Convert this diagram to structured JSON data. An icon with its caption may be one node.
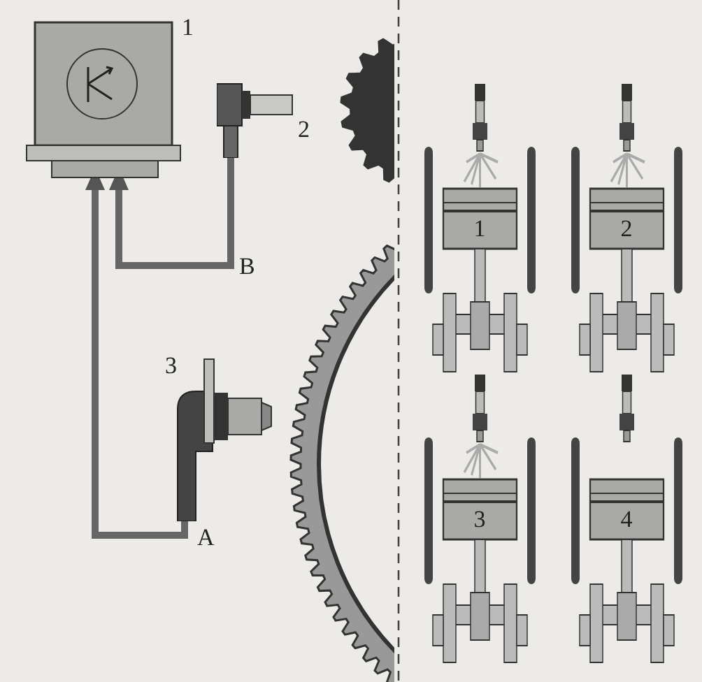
{
  "diagram": {
    "nodes": [
      {
        "text": [],
        "shape": "box",
        "beside": [
          "1"
        ]
      },
      {
        "text": [],
        "shape": "picture",
        "beside": [
          "2"
        ]
      },
      {
        "text": [],
        "shape": "picture",
        "beside": [
          "3"
        ]
      }
    ],
    "edges": [
      {
        "from": 1,
        "to": 0,
        "arrow": "to",
        "label": "B"
      },
      {
        "from": 2,
        "to": 0,
        "arrow": "to",
        "label": "A"
      }
    ],
    "labels": [
      "1",
      "2",
      "3",
      "4"
    ]
  }
}
